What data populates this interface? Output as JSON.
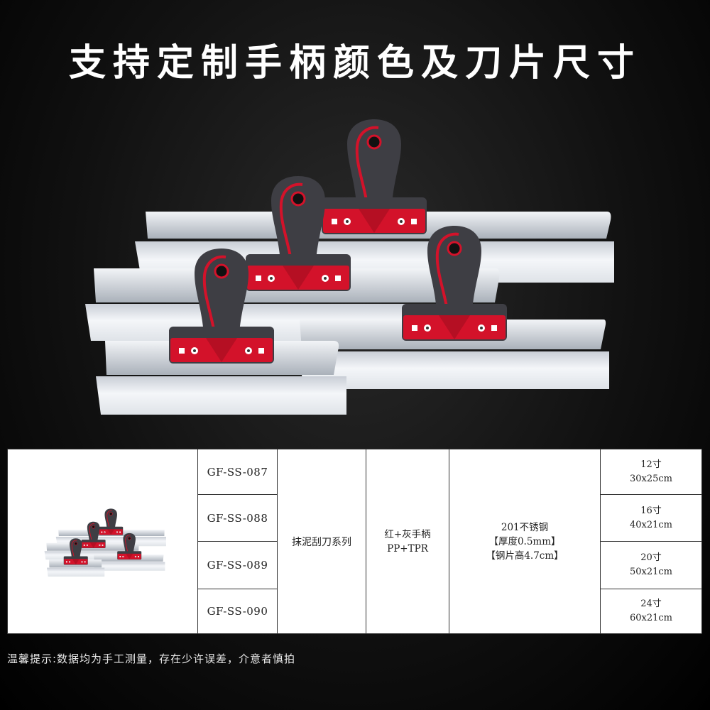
{
  "title": "支持定制手柄颜色及刀片尺寸",
  "table": {
    "models": [
      "GF-SS-087",
      "GF-SS-088",
      "GF-SS-089",
      "GF-SS-090"
    ],
    "series": "抹泥刮刀系列",
    "handle": [
      "红+灰手柄",
      "PP+TPR"
    ],
    "material": [
      "201不锈钢",
      "【厚度0.5mm】",
      "【钢片高4.7cm】"
    ],
    "sizes": [
      {
        "inch": "12寸",
        "dim": "30x25cm"
      },
      {
        "inch": "16寸",
        "dim": "40x21cm"
      },
      {
        "inch": "20寸",
        "dim": "50x21cm"
      },
      {
        "inch": "24寸",
        "dim": "60x21cm"
      }
    ]
  },
  "note": "温馨提示:数据均为手工测量，存在少许误差，介意者慎拍",
  "colors": {
    "handle_red": "#d3122a",
    "handle_gray": "#3e3e44",
    "blade": "#e6e9ee",
    "background": "#000000"
  },
  "product_image": "four drywall taping knives with red and gray handles"
}
